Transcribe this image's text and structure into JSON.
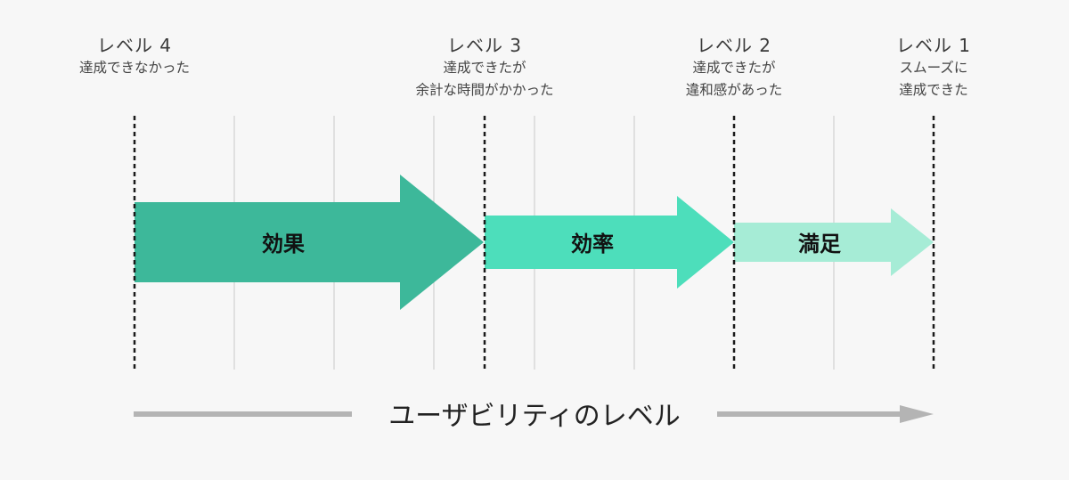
{
  "levels": [
    {
      "name": "レベル 4",
      "desc": [
        "達成できなかった"
      ]
    },
    {
      "name": "レベル 3",
      "desc": [
        "達成できたが",
        "余計な時間がかかった"
      ]
    },
    {
      "name": "レベル 2",
      "desc": [
        "達成できたが",
        "違和感があった"
      ]
    },
    {
      "name": "レベル 1",
      "desc": [
        "スムーズに",
        "達成できた"
      ]
    }
  ],
  "arrows": [
    {
      "label": "効果",
      "color": "#3db89a"
    },
    {
      "label": "効率",
      "color": "#4ddebb"
    },
    {
      "label": "満足",
      "color": "#a6ecd6"
    }
  ],
  "axis": {
    "label": "ユーザビリティのレベル",
    "color": "#b4b4b4"
  }
}
